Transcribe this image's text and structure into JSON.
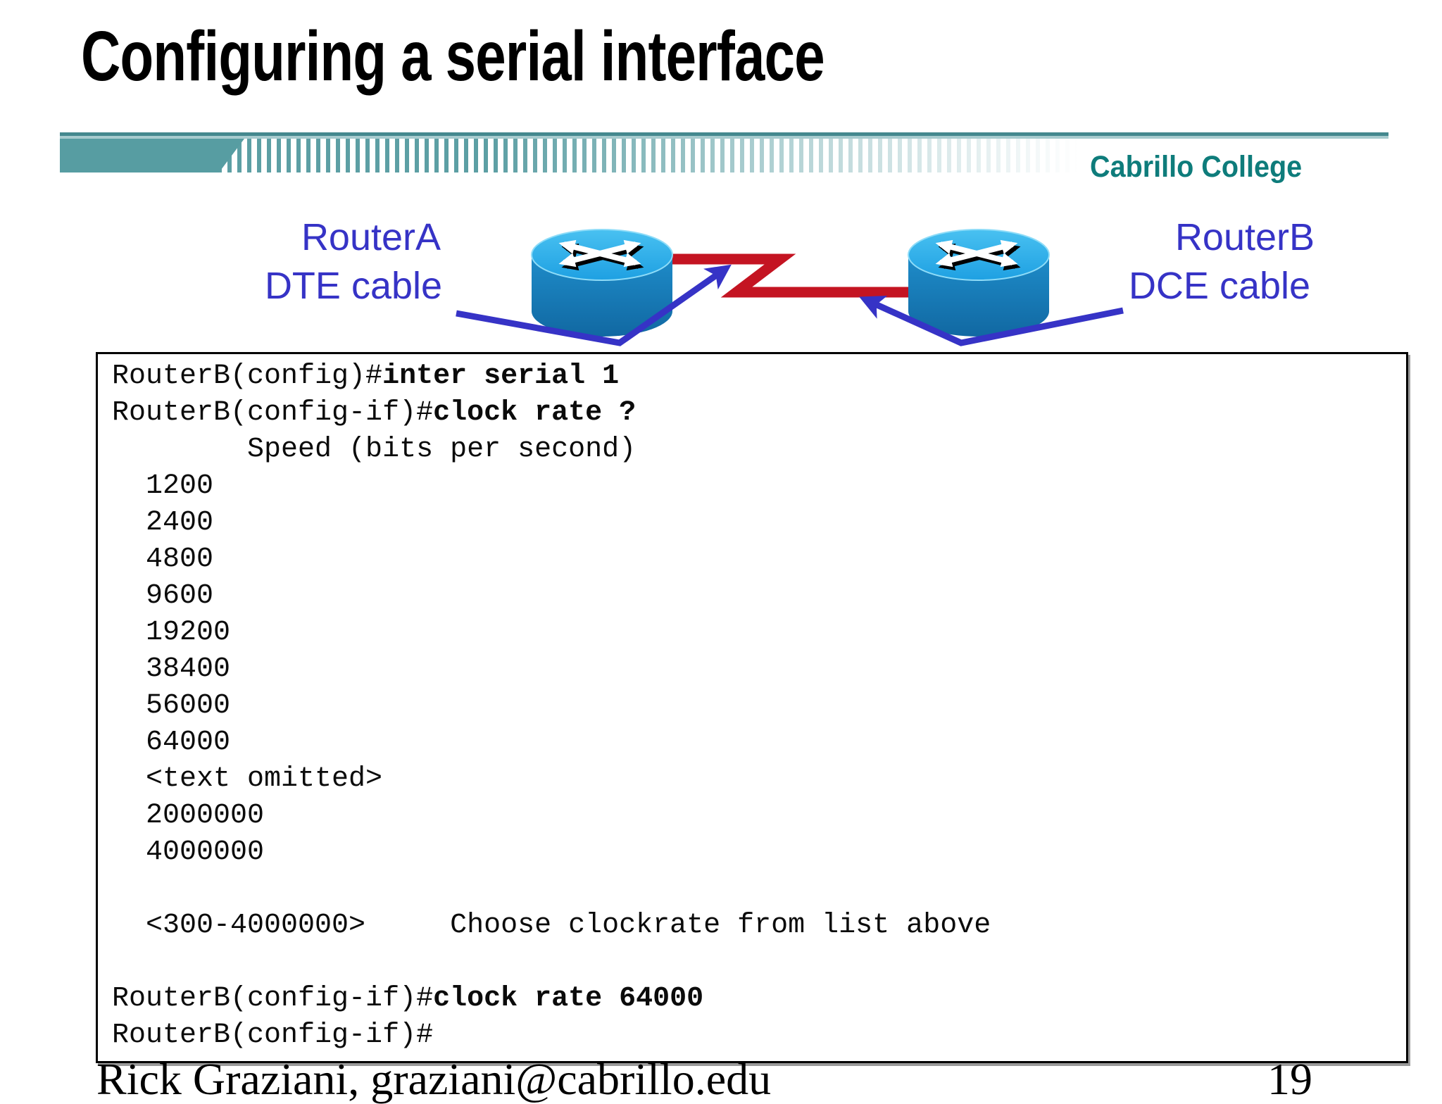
{
  "slide": {
    "title": "Configuring a serial interface",
    "org_name": "Cabrillo College"
  },
  "diagram": {
    "router_a_name": "RouterA",
    "router_a_cable": "DTE cable",
    "router_b_name": "RouterB",
    "router_b_cable": "DCE cable",
    "router_icon": "cisco-router-icon",
    "cable_color": "#c41422",
    "label_color": "#3633c6",
    "router_top_color": "#2fb0ec",
    "router_body_color": "#1a84c4"
  },
  "terminal": {
    "lines": [
      {
        "t": "RouterB(config)#",
        "b": "inter serial 1"
      },
      {
        "t": "RouterB(config-if)#",
        "b": "clock rate ?"
      },
      {
        "t": "        Speed (bits per second)",
        "b": ""
      },
      {
        "t": "  1200",
        "b": ""
      },
      {
        "t": "  2400",
        "b": ""
      },
      {
        "t": "  4800",
        "b": ""
      },
      {
        "t": "  9600",
        "b": ""
      },
      {
        "t": "  19200",
        "b": ""
      },
      {
        "t": "  38400",
        "b": ""
      },
      {
        "t": "  56000",
        "b": ""
      },
      {
        "t": "  64000",
        "b": ""
      },
      {
        "t": "  <text omitted>",
        "b": ""
      },
      {
        "t": "  2000000",
        "b": ""
      },
      {
        "t": "  4000000",
        "b": ""
      },
      {
        "t": "",
        "b": ""
      },
      {
        "t": "  <300-4000000>     Choose clockrate from list above",
        "b": ""
      },
      {
        "t": "",
        "b": ""
      },
      {
        "t": "RouterB(config-if)#",
        "b": "clock rate 64000"
      },
      {
        "t": "RouterB(config-if)#",
        "b": ""
      }
    ]
  },
  "footer": {
    "author": "Rick Graziani, graziani@cabrillo.edu",
    "page_number": "19"
  },
  "colors": {
    "banner_teal": "#579da2",
    "org_text": "#0e7c7b"
  }
}
